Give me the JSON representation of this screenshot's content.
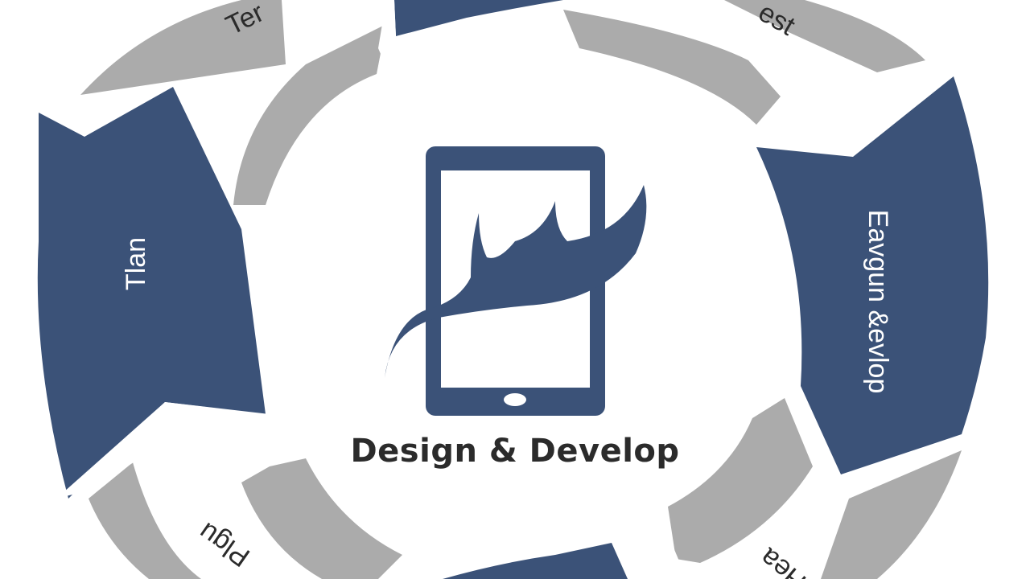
{
  "diagram": {
    "center_title": "Design & Develop",
    "center_icon": "tablet-with-flame-icon",
    "segment_labels": {
      "top_left": "Ter",
      "top_right": "est",
      "left": "Tlan",
      "right": "Eavgun &evlop",
      "bottom_left": "Plgu",
      "bottom_right": "Hea"
    }
  },
  "colors": {
    "navy": "#3B5278",
    "gray": "#ABABAB",
    "background": "#FFFFFF",
    "text_dark": "#2B2B2B"
  }
}
